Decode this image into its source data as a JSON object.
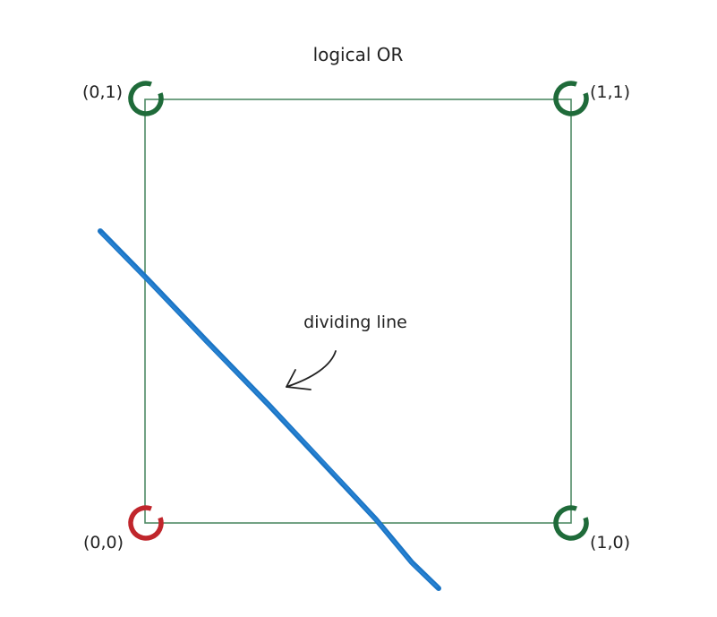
{
  "diagram": {
    "title": "logical OR",
    "annotation": "dividing line",
    "points": [
      {
        "id": "p00",
        "label": "(0,0)",
        "output": 0,
        "color": "#c0262c"
      },
      {
        "id": "p01",
        "label": "(0,1)",
        "output": 1,
        "color": "#1f6b3a"
      },
      {
        "id": "p10",
        "label": "(1,0)",
        "output": 1,
        "color": "#1f6b3a"
      },
      {
        "id": "p11",
        "label": "(1,1)",
        "output": 1,
        "color": "#1f6b3a"
      }
    ],
    "colors": {
      "square": "#4f8a66",
      "dividing_line": "#1b74c4",
      "arrow": "#222222",
      "text": "#222222"
    }
  }
}
